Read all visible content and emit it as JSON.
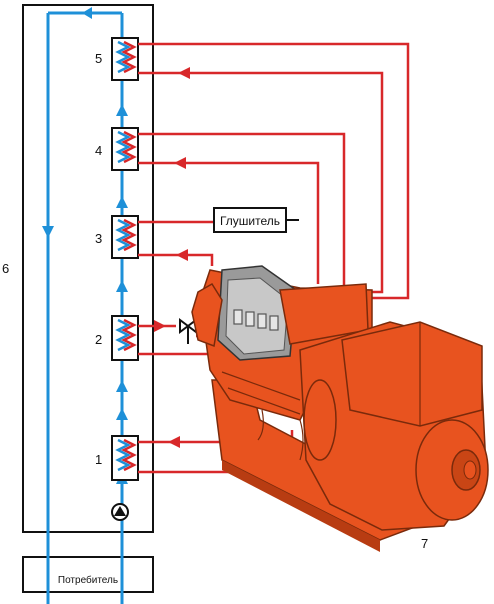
{
  "labels": {
    "module_1": "1",
    "module_2": "2",
    "module_3": "3",
    "module_4": "4",
    "module_5": "5",
    "frame": "6",
    "engine": "7"
  },
  "muffler": "Глушитель",
  "consumer": "Потребитель",
  "colors": {
    "cold_line": "#1e90d8",
    "hot_line": "#d8282a",
    "engine": "#e8531f",
    "engine_dark": "#b83c12",
    "engine_grey": "#8c8c8c",
    "outline": "#111111"
  }
}
